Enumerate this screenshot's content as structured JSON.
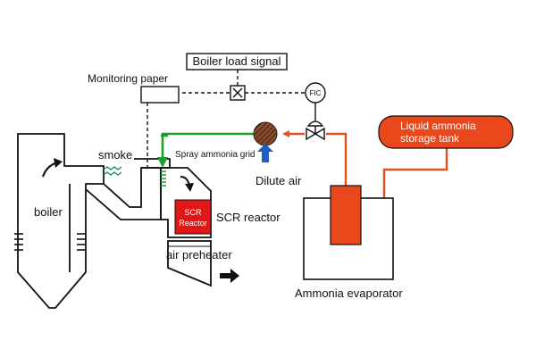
{
  "diagram": {
    "labels": {
      "boiler_load_signal": "Boiler load signal",
      "monitoring_paper": "Monitoring paper",
      "fic": "FIC",
      "smoke": "smoke",
      "spray_ammonia_grid": "Spray ammonia grid",
      "dilute_air": "Dilute air",
      "boiler": "boiler",
      "scr_reactor": "SCR reactor",
      "scr_box_line1": "SCR",
      "scr_box_line2": "Reactor",
      "air_preheater": "air preheater",
      "ammonia_evaporator": "Ammonia evaporator",
      "tank_line1": "Liquid ammonia",
      "tank_line2": "storage tank"
    },
    "colors": {
      "ammonia_line": "#e3501c",
      "tank_fill": "#e8481c",
      "scr_fill": "#e01818",
      "spray_line": "#1f9e2e",
      "dilute_air_arrow": "#1f5fbf",
      "line": "#111111"
    }
  }
}
